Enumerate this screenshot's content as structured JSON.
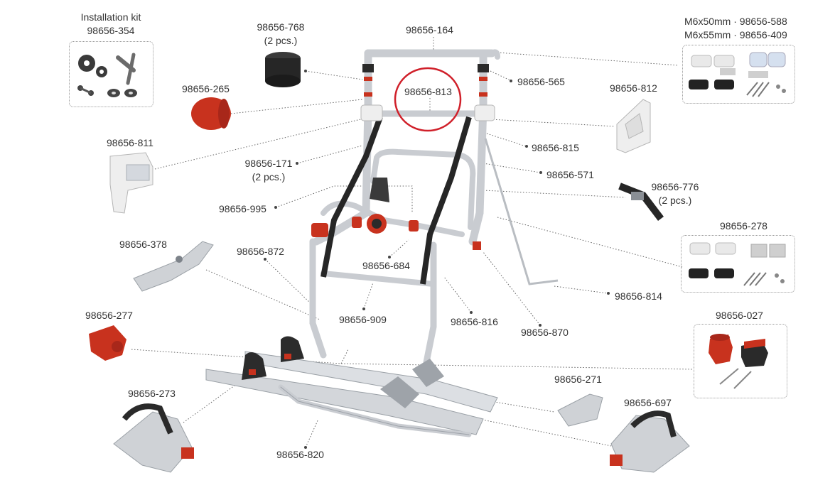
{
  "labels": {
    "kit_title": "Installation kit",
    "kit_code": "98656-354",
    "p768": "98656-768",
    "p768_qty": "(2 pcs.)",
    "p164": "98656-164",
    "screws_line1": "M6x50mm · 98656-588",
    "screws_line2": "M6x55mm · 98656-409",
    "p265": "98656-265",
    "p565": "98656-565",
    "p813": "98656-813",
    "p812": "98656-812",
    "p811": "98656-811",
    "p815": "98656-815",
    "p171": "98656-171",
    "p171_qty": "(2 pcs.)",
    "p571": "98656-571",
    "p776": "98656-776",
    "p776_qty": "(2 pcs.)",
    "p995": "98656-995",
    "p278": "98656-278",
    "p378": "98656-378",
    "p872": "98656-872",
    "p684": "98656-684",
    "p814": "98656-814",
    "p909": "98656-909",
    "p816": "98656-816",
    "p870": "98656-870",
    "p277": "98656-277",
    "p027": "98656-027",
    "p271": "98656-271",
    "p273": "98656-273",
    "p697": "98656-697",
    "p820": "98656-820"
  },
  "highlight": {
    "part": "98656-813",
    "color": "#d0202a"
  },
  "colors": {
    "frame": "#c9ccd1",
    "accent_red": "#c8321e",
    "strap": "#262626",
    "leader": "#666666",
    "text": "#333333"
  }
}
